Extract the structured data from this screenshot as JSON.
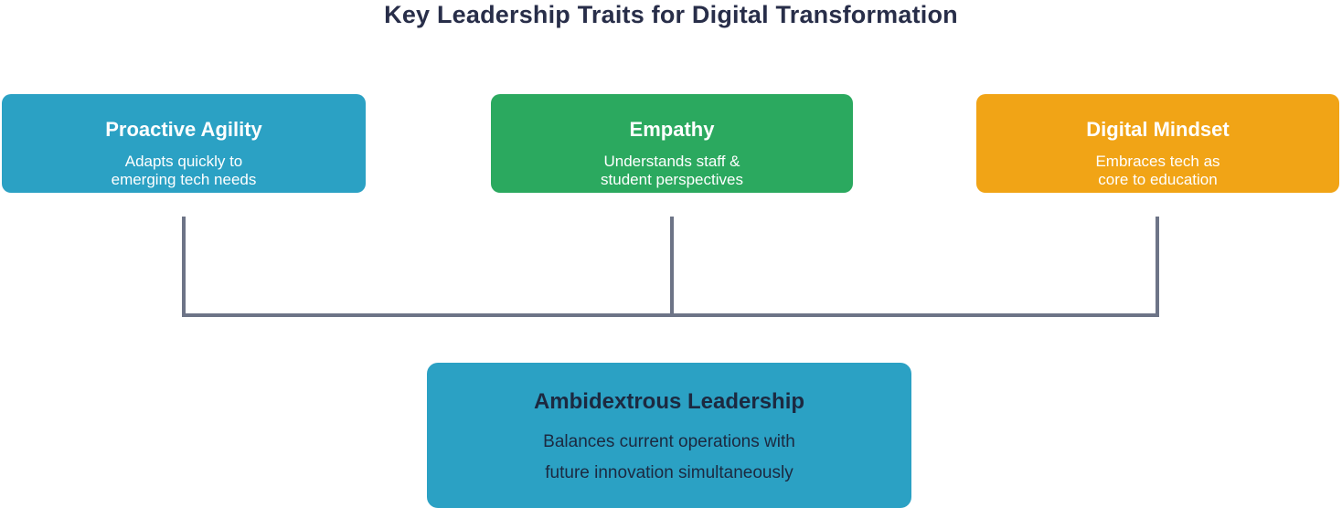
{
  "title": "Key Leadership Traits for Digital Transformation",
  "colors": {
    "title_text": "#282e49",
    "connector": "#6d7487",
    "outcome_text": "#1c2940"
  },
  "traits": [
    {
      "heading": "Proactive Agility",
      "line1": "Adapts quickly to",
      "line2": "emerging tech needs",
      "color": "#2ba1c4"
    },
    {
      "heading": "Empathy",
      "line1": "Understands staff &",
      "line2": "student perspectives",
      "color": "#2ba95f"
    },
    {
      "heading": "Digital Mindset",
      "line1": "Embraces tech as",
      "line2": "core to education",
      "color": "#f1a416"
    }
  ],
  "outcome": {
    "heading": "Ambidextrous Leadership",
    "line1": "Balances current operations with",
    "line2": "future innovation simultaneously",
    "color": "#2ba1c4"
  }
}
